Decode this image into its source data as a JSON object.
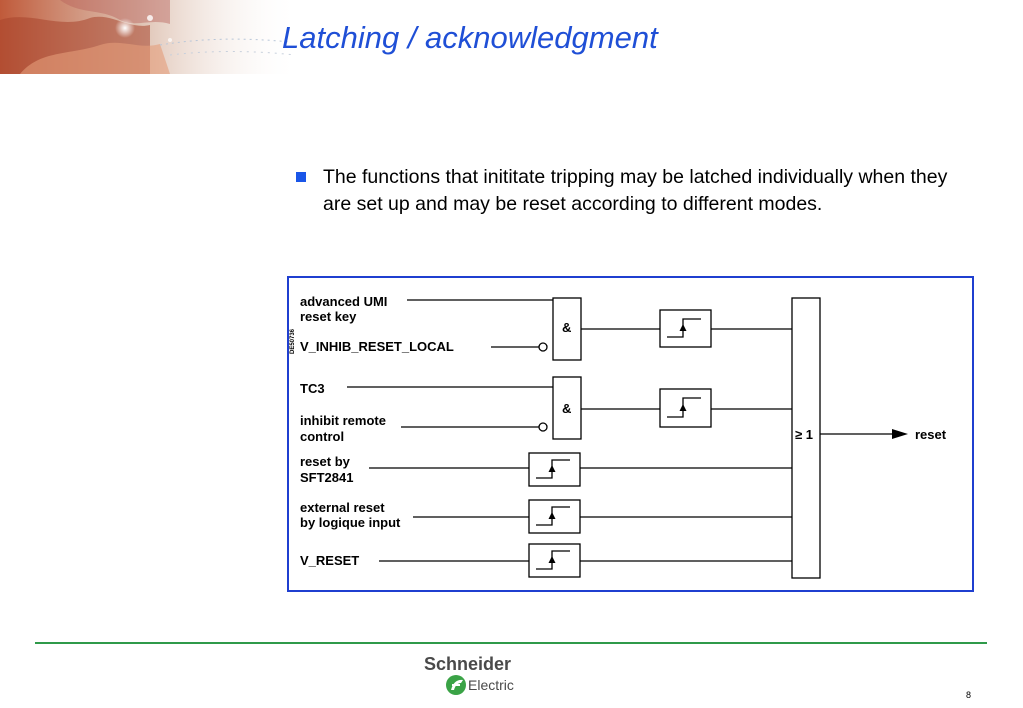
{
  "slide": {
    "title": "Latching / acknowledgment",
    "bullet": "The functions that inititate tripping may be latched individually when they are set up and may be reset according to different modes.",
    "page_number": "8"
  },
  "diagram": {
    "inputs": {
      "umi_line1": "advanced UMI",
      "umi_line2": "reset key",
      "inhib_reset_local": "V_INHIB_RESET_LOCAL",
      "tc3": "TC3",
      "inhibit_line1": "inhibit remote",
      "inhibit_line2": "control",
      "sft_line1": "reset by",
      "sft_line2": "SFT2841",
      "ext_line1": "external reset",
      "ext_line2": "by logique input",
      "v_reset": "V_RESET"
    },
    "gates": {
      "and_label": "&",
      "or_label": "≥ 1"
    },
    "output": "reset",
    "side_code": "DE50736"
  },
  "footer": {
    "brand_line1": "Schneider",
    "brand_line2": "Electric"
  },
  "colors": {
    "title": "#1f4fd6",
    "bullet": "#1a56e8",
    "diagram_border": "#1f3fd0",
    "footer_rule": "#2f9a4a",
    "logo_green": "#3aa346"
  }
}
